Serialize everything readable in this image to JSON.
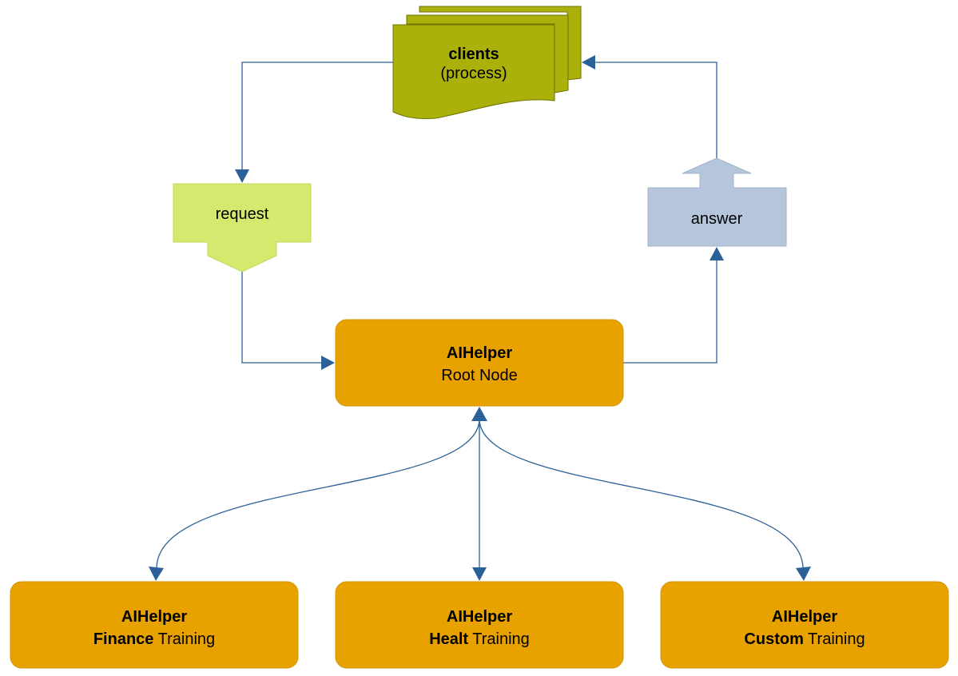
{
  "clients": {
    "title": "clients",
    "subtitle": "(process)"
  },
  "request": {
    "label": "request"
  },
  "answer": {
    "label": "answer"
  },
  "root_node": {
    "title": "AIHelper",
    "subtitle": "Root Node"
  },
  "training_nodes": [
    {
      "title": "AIHelper",
      "name": "Finance",
      "suffix": " Training"
    },
    {
      "title": "AIHelper",
      "name": "Healt",
      "suffix": " Training"
    },
    {
      "title": "AIHelper",
      "name": "Custom",
      "suffix": " Training"
    }
  ],
  "colors": {
    "orange_node": "#e8a200",
    "clients_green": "#a9b10a",
    "request_green": "#d4e96d",
    "answer_blue": "#b5c6dc",
    "connector_blue": "#2b6198"
  }
}
